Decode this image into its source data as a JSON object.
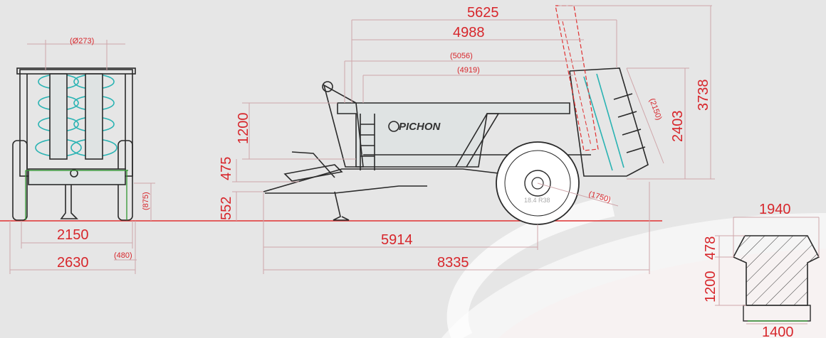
{
  "brand": "PICHON",
  "tire_size": "18.4 R38",
  "dimensions": {
    "front_diameter": "(Ø273)",
    "front_height": "(875)",
    "front_track": "2150",
    "front_wheel_width": "(480)",
    "front_width": "2630",
    "side_length_top": "5625",
    "side_length_2": "4988",
    "side_length_3": "(5056)",
    "side_length_4": "(4919)",
    "side_box_height": "1200",
    "side_chassis": "475",
    "side_hitch": "552",
    "side_axle_dist": "5914",
    "side_total": "8335",
    "side_height_2": "2403",
    "side_height_total": "3738",
    "side_beater": "(2150)",
    "side_wheel": "(1750)",
    "sect_top": "1940",
    "sect_478": "478",
    "sect_1200": "1200",
    "sect_bottom": "1400"
  },
  "colors": {
    "dimension": "#d7262b",
    "machine_line": "#2a2a2a",
    "accent": "#2ab3b3",
    "ground": "#e03030"
  }
}
